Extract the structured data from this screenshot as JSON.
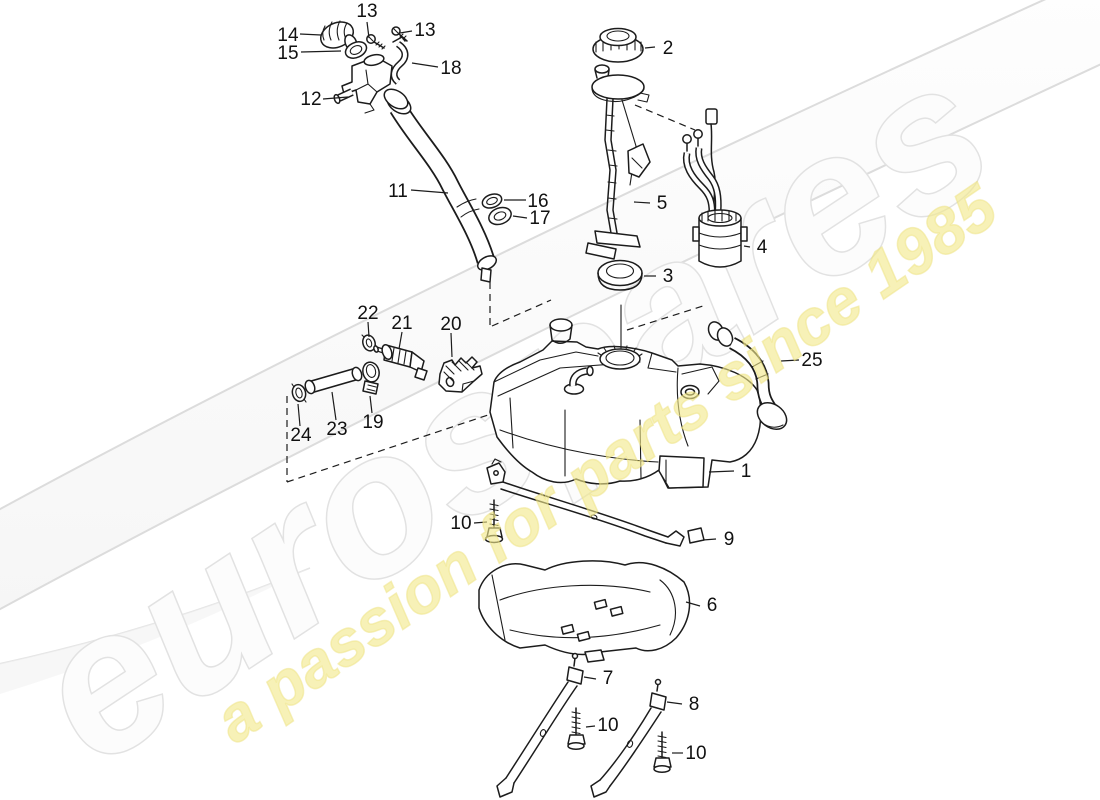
{
  "watermark": {
    "brand": "eurospares",
    "tagline": "a passion for parts since 1985",
    "brand_fill": "#fcfcfc",
    "tagline_fill": "#f2e98b"
  },
  "diagram": {
    "line_color": "#1c1c1c",
    "callouts": [
      {
        "label": "13"
      },
      {
        "label": "14"
      },
      {
        "label": "13"
      },
      {
        "label": "15"
      },
      {
        "label": "18"
      },
      {
        "label": "12"
      },
      {
        "label": "11"
      },
      {
        "label": "16"
      },
      {
        "label": "17"
      },
      {
        "label": "2"
      },
      {
        "label": "5"
      },
      {
        "label": "4"
      },
      {
        "label": "3"
      },
      {
        "label": "22"
      },
      {
        "label": "21"
      },
      {
        "label": "20"
      },
      {
        "label": "24"
      },
      {
        "label": "23"
      },
      {
        "label": "19"
      },
      {
        "label": "25"
      },
      {
        "label": "1"
      },
      {
        "label": "10"
      },
      {
        "label": "9"
      },
      {
        "label": "6"
      },
      {
        "label": "7"
      },
      {
        "label": "10"
      },
      {
        "label": "8"
      },
      {
        "label": "10"
      }
    ]
  }
}
